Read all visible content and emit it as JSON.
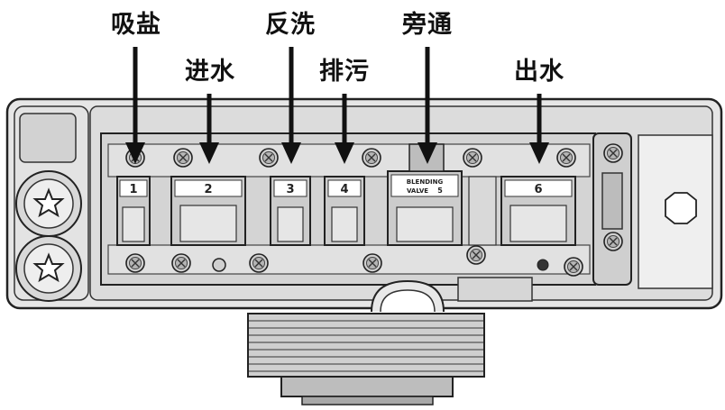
{
  "labels": {
    "brine_draw": "吸盐",
    "service_in": "进水",
    "backwash": "反洗",
    "drain": "排污",
    "bypass": "旁通",
    "service_out": "出水"
  },
  "slots": {
    "s1": "1",
    "s2": "2",
    "s3": "3",
    "s4": "4",
    "s5_line1": "BLENDING",
    "s5_line2": "VALVE",
    "s5_num": "5",
    "s6": "6"
  }
}
